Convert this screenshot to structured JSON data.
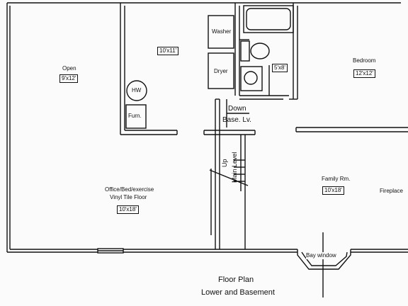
{
  "rooms": {
    "open": {
      "label": "Open",
      "size": "9'x12'"
    },
    "utility": {
      "size": "10'x11'"
    },
    "washer": {
      "label": "Washer"
    },
    "dryer": {
      "label": "Dryer"
    },
    "water_heater": {
      "label": "HW"
    },
    "furnace": {
      "label": "Furn."
    },
    "bath": {
      "size": "5'x8'"
    },
    "bedroom": {
      "label": "Bedroom",
      "size": "12'x12'"
    },
    "office": {
      "label": "Office/Bed/exercise",
      "note": "Vinyl Tile Floor",
      "size": "10'x18'"
    },
    "family": {
      "label": "Family Rm.",
      "size": "10'x18'"
    },
    "fireplace": {
      "label": "Fireplace"
    }
  },
  "stairs": {
    "down": "Down",
    "base_level": "Base. Lv.",
    "up": "Up",
    "main_level": "Main Level"
  },
  "bay_window": {
    "label": "Bay window"
  },
  "title": {
    "line1": "Floor Plan",
    "line2": "Lower and Basement"
  }
}
